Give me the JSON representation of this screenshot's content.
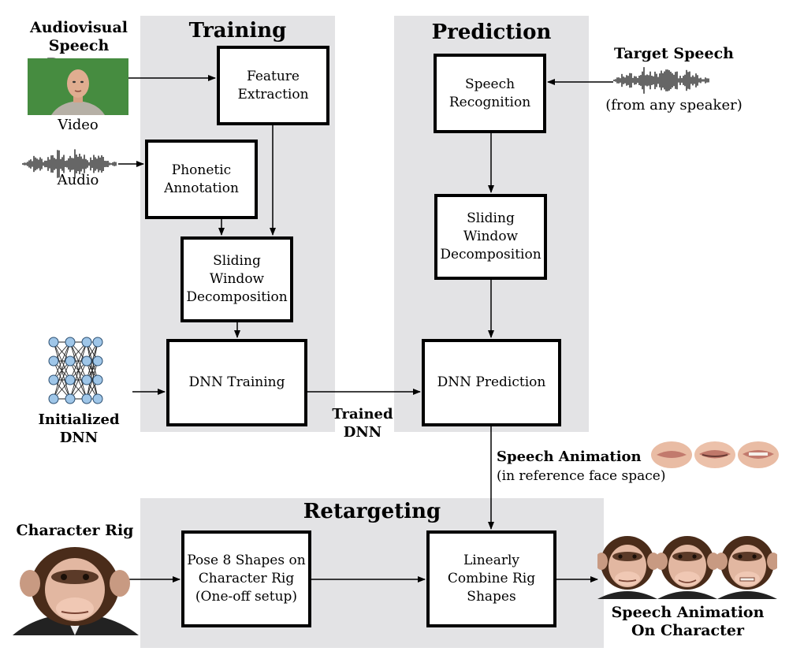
{
  "panels": {
    "training": "Training",
    "prediction": "Prediction",
    "retargeting": "Retargeting"
  },
  "boxes": {
    "feature_extraction": "Feature\nExtraction",
    "phonetic_annotation": "Phonetic\nAnnotation",
    "sliding_window_train": "Sliding\nWindow\nDecomposition",
    "dnn_training": "DNN Training",
    "speech_recognition": "Speech\nRecognition",
    "sliding_window_pred": "Sliding\nWindow\nDecomposition",
    "dnn_prediction": "DNN Prediction",
    "pose_shapes": "Pose 8 Shapes on\nCharacter Rig\n(One-off setup)",
    "linear_combine": "Linearly\nCombine Rig\nShapes"
  },
  "labels": {
    "dataset_title": "Audiovisual\nSpeech Dataset",
    "video": "Video",
    "audio": "Audio",
    "initialized_dnn": "Initialized\nDNN",
    "trained_dnn": "Trained\nDNN",
    "target_speech": "Target Speech",
    "from_any_speaker": "(from any speaker)",
    "speech_animation": "Speech Animation",
    "reference_face_space": "(in reference face space)",
    "character_rig": "Character Rig",
    "speech_animation_character": "Speech Animation\nOn Character"
  }
}
